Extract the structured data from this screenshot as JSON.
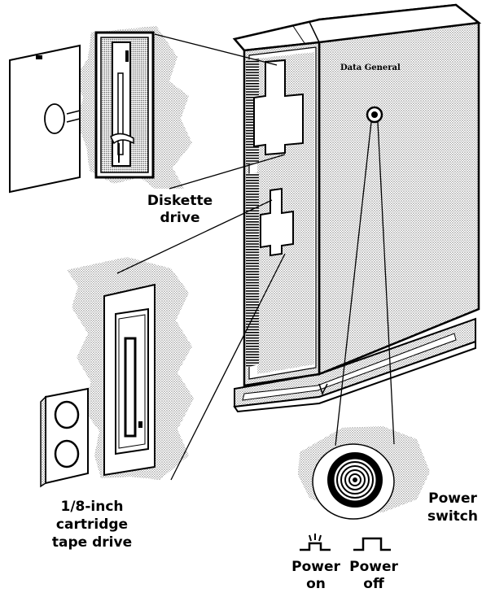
{
  "brand": "Data General",
  "labels": {
    "diskette_drive": [
      "Diskette",
      "drive"
    ],
    "tape_drive": [
      "1/8-inch",
      "cartridge",
      "tape drive"
    ],
    "power_switch": [
      "Power",
      "switch"
    ],
    "power_on": [
      "Power",
      "on"
    ],
    "power_off": [
      "Power",
      "off"
    ]
  },
  "icons": {
    "power_on": "lit-pulse-icon",
    "power_off": "square-pulse-icon"
  },
  "colors": {
    "ink": "#000000",
    "paper": "#ffffff",
    "stipple": "#b8b8b8"
  }
}
